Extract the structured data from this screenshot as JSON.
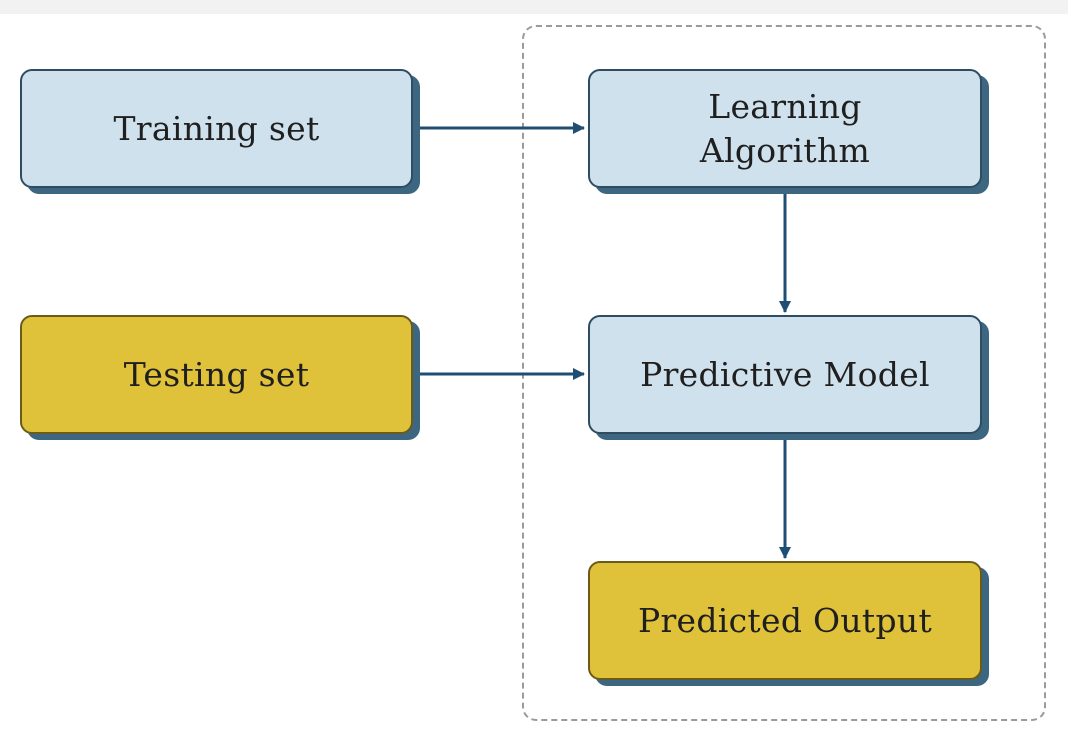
{
  "diagram": {
    "nodes": {
      "training_set": "Training set",
      "testing_set": "Testing set",
      "learning_algorithm": "Learning\nAlgorithm",
      "predictive_model": "Predictive Model",
      "predicted_output": "Predicted Output"
    },
    "edges": [
      {
        "from": "training_set",
        "to": "learning_algorithm"
      },
      {
        "from": "learning_algorithm",
        "to": "predictive_model"
      },
      {
        "from": "testing_set",
        "to": "predictive_model"
      },
      {
        "from": "predictive_model",
        "to": "predicted_output"
      }
    ],
    "colors": {
      "blue_fill": "#cfe1ec",
      "gold_fill": "#e0c23a",
      "arrow": "#1f4e74",
      "shadow": "#3d6681",
      "dashed_border": "#9a9a9a"
    }
  }
}
